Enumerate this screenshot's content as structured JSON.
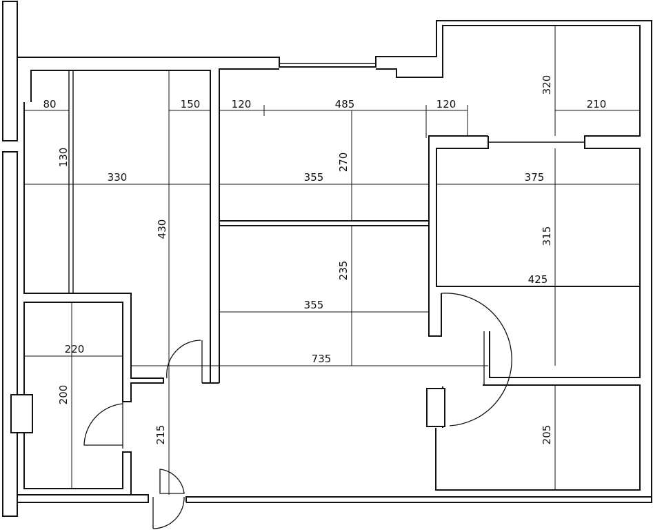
{
  "floor_plan": {
    "dimensions": {
      "d80": "80",
      "d150": "150",
      "d120a": "120",
      "d485": "485",
      "d120b": "120",
      "d320": "320",
      "d210": "210",
      "d130": "130",
      "d330": "330",
      "d355a": "355",
      "d270": "270",
      "d375": "375",
      "d430": "430",
      "d315": "315",
      "d235": "235",
      "d425": "425",
      "d355b": "355",
      "d220": "220",
      "d735": "735",
      "d200": "200",
      "d215": "215",
      "d205": "205"
    }
  }
}
